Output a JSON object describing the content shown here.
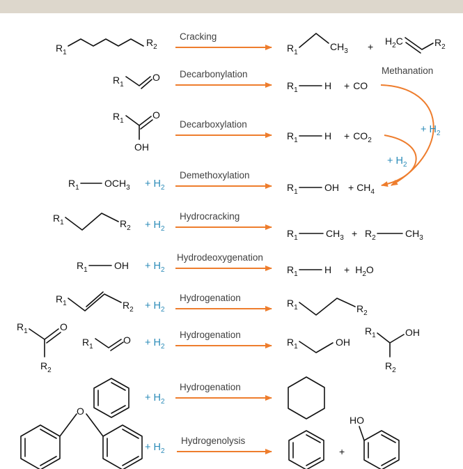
{
  "rows": [
    {
      "label": "Cracking"
    },
    {
      "label": "Decarbonylation"
    },
    {
      "label": "Decarboxylation"
    },
    {
      "label": "Demethoxylation"
    },
    {
      "label": "Hydrocracking"
    },
    {
      "label": "Hydrodeoxygenation"
    },
    {
      "label": "Hydrogenation"
    },
    {
      "label": "Hydrogenation"
    },
    {
      "label": "Hydrogenation"
    },
    {
      "label": "Hydrogenolysis"
    }
  ],
  "annotations": {
    "methanation": "Methanation",
    "h2_label": "+ H",
    "h2_sub": "2"
  },
  "chem": {
    "R": "R",
    "one": "1",
    "two": "2",
    "O": "O",
    "H": "H",
    "OH": "OH",
    "HO": "HO",
    "CO": "CO",
    "CH": "CH",
    "three": "3",
    "four": "4",
    "plus": "+"
  },
  "colors": {
    "arrow": "#ee7d2d",
    "hydrogen": "#2b8bb8",
    "text": "#111111",
    "label": "#404040",
    "top_bar": "#ddd7cc"
  }
}
